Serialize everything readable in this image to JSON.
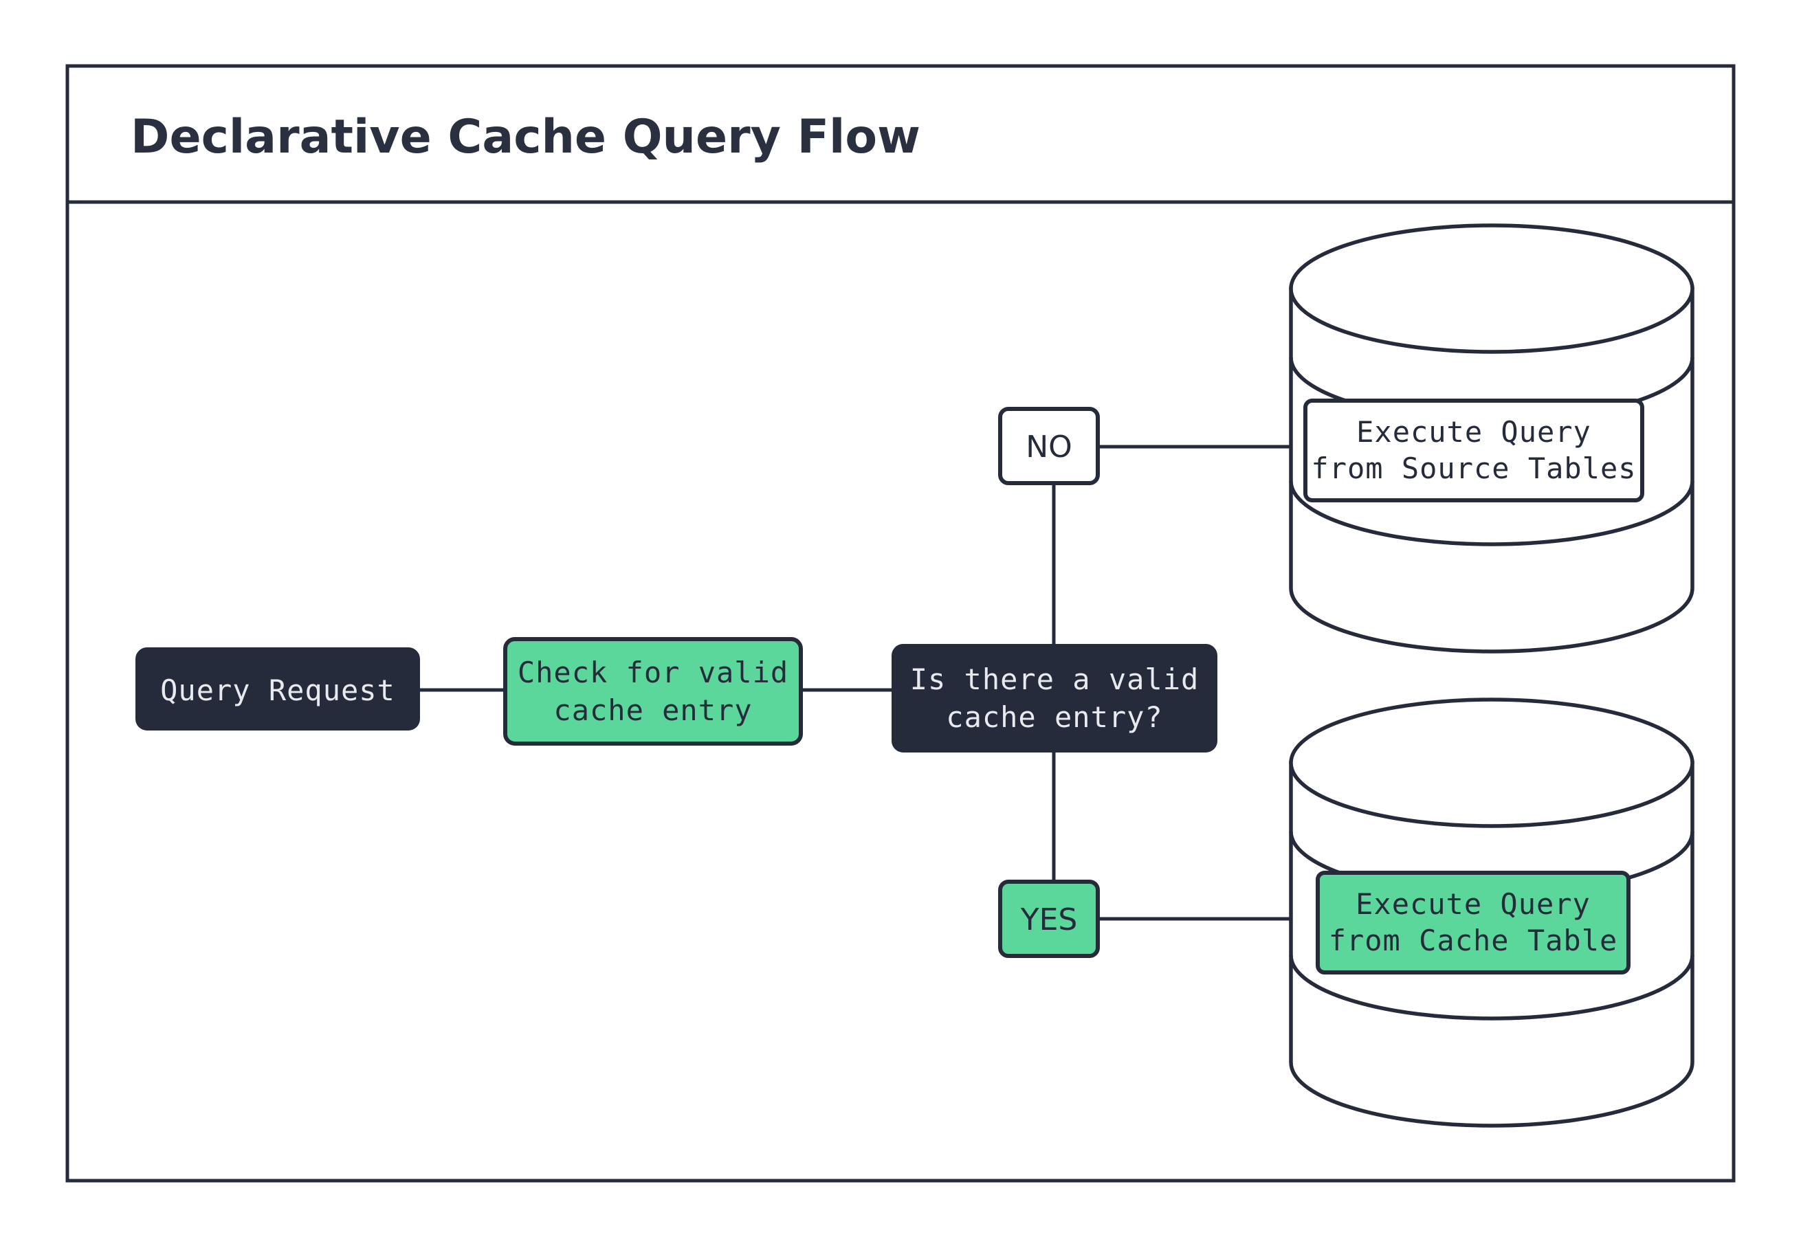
{
  "page": {
    "title": "Declarative Cache Query Flow",
    "background_color": "#ffffff",
    "frame_border_color": "#262B3B"
  },
  "colors": {
    "dark": "#262B3B",
    "green": "#5BD79B",
    "white": "#FFFFFF",
    "text_on_dark": "#E8EAEE",
    "text_on_light": "#262B3B"
  },
  "nodes": {
    "query_request": {
      "label": "Query Request",
      "style": "dark"
    },
    "check_cache": {
      "label_line1": "Check for valid",
      "label_line2": "cache entry",
      "style": "green"
    },
    "decision": {
      "label_line1": "Is there a valid",
      "label_line2": "cache entry?",
      "style": "dark"
    },
    "branch_no": {
      "label": "NO",
      "style": "white"
    },
    "branch_yes": {
      "label": "YES",
      "style": "green"
    },
    "source_tables": {
      "label_line1": "Execute Query",
      "label_line2": "from Source Tables",
      "style": "white",
      "container": "database-cylinder"
    },
    "cache_table": {
      "label_line1": "Execute Query",
      "label_line2": "from Cache Table",
      "style": "green",
      "container": "database-cylinder"
    }
  }
}
